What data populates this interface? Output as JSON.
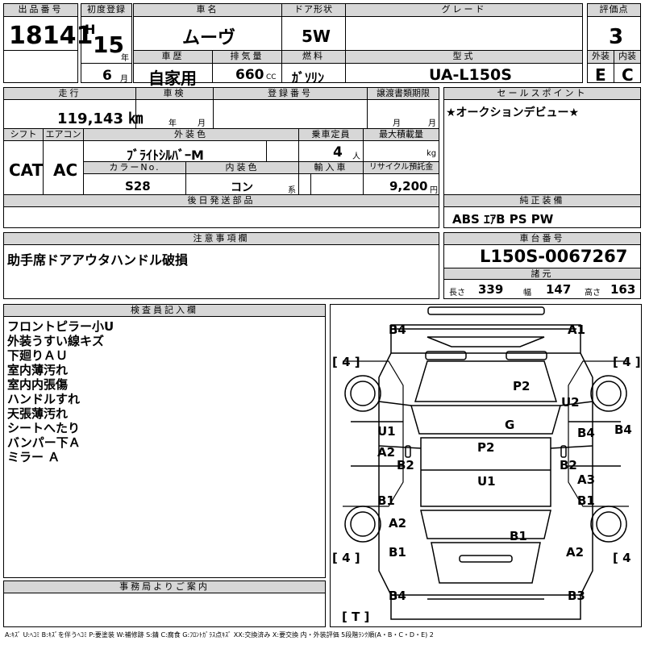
{
  "header": {
    "lot_label": "出品番号",
    "lot_number": "18141",
    "first_reg_label": "初度登録",
    "era": "H",
    "year": "15",
    "year_unit": "年",
    "month": "6",
    "month_unit": "月",
    "car_name_label": "車名",
    "car_name": "ムーヴ",
    "door_label": "ドア形状",
    "door": "5W",
    "grade_label": "グレード",
    "grade": "",
    "score_label": "評価点",
    "score": "3",
    "history_label": "車歴",
    "history": "自家用",
    "displacement_label": "排気量",
    "displacement": "660",
    "displacement_unit": "CC",
    "fuel_label": "燃料",
    "fuel": "ｶﾞｿﾘﾝ",
    "model_label": "型式",
    "model": "UA-L150S",
    "exterior_label": "外装",
    "exterior": "E",
    "interior_label": "内装",
    "interior": "C"
  },
  "details": {
    "mileage_label": "走行",
    "mileage": "119,143 ㎞",
    "inspection_label": "車検",
    "year_unit": "年",
    "month_unit": "月",
    "reg_no_label": "登録番号",
    "transfer_label": "譲渡書類期限",
    "shift_label": "シフト",
    "shift": "CAT",
    "ac_label": "エアコン",
    "ac": "AC",
    "color_label": "外装色",
    "color": "ﾌﾞﾗｲﾄｼﾙﾊﾞｰM",
    "seats_label": "乗車定員",
    "seats": "4",
    "seats_unit": "人",
    "load_label": "最大積載量",
    "load_unit": "kg",
    "color_no_label": "カラーNo.",
    "color_no": "S28",
    "int_color_label": "内装色",
    "int_color": "コン",
    "int_color_unit": "系",
    "import_label": "輸入車",
    "recycle_label": "リサイクル預託金",
    "recycle": "9,200",
    "recycle_unit": "円"
  },
  "sales_point": {
    "label": "セールスポイント",
    "text": "★オークションデビュー★"
  },
  "later_parts": {
    "label": "後日発送部品"
  },
  "equipment": {
    "label": "純正装備",
    "text": "ABS ｴｱB PS PW"
  },
  "notes": {
    "label": "注意事項欄",
    "text": "助手席ドアアウタハンドル破損"
  },
  "chassis": {
    "label": "車台番号",
    "number": "L150S-0067267",
    "dims_label": "諸元",
    "length_label": "長さ",
    "length": "339",
    "width_label": "幅",
    "width": "147",
    "height_label": "高さ",
    "height": "163"
  },
  "inspector": {
    "label": "検査員記入欄",
    "items": [
      "フロントピラー小U",
      "外装うすい線キズ",
      "下廻りＡＵ",
      "室内薄汚れ",
      "室内内張傷",
      "ハンドルすれ",
      "天張薄汚れ",
      "シートへたり",
      "バンパー下Ａ",
      "ミラー Ａ"
    ]
  },
  "office": {
    "label": "事務局よりご案内"
  },
  "diagram": {
    "tire_label": "[ 4 ]",
    "tire_label_br": "[ 4",
    "spare_label": "[ T ]",
    "marks": {
      "front_left": "B4",
      "front_right": "A1",
      "hood": "P2",
      "right_fender": "U2",
      "windshield": "G",
      "roof_p2": "P2",
      "roof_u1": "U1",
      "left_pillar_u1": "U1",
      "left_a2": "A2",
      "left_b2": "B2",
      "left_b1": "B1",
      "right_b4": "B4",
      "right_b2": "B2",
      "right_a3": "A3",
      "right_b1": "B1",
      "far_right_b4": "B4",
      "left_rear_a2": "A2",
      "left_rear_b1": "B1",
      "trunk_b1": "B1",
      "right_rear_a2": "A2",
      "rear_left": "B4",
      "rear_right": "B3"
    }
  },
  "legend": "A:ｷｽﾞ U:ﾍｺﾐ B:ｷｽﾞを伴うﾍｺﾐ P:要塗装 W:補修跡 S:錆 C:腐食 G:ﾌﾛﾝﾄｶﾞﾗｽ点ｷｽﾞ XX:交換済み X:要交換 内・外装評価 5段階ﾗﾝｸ順(A・B・C・D・E) 2"
}
